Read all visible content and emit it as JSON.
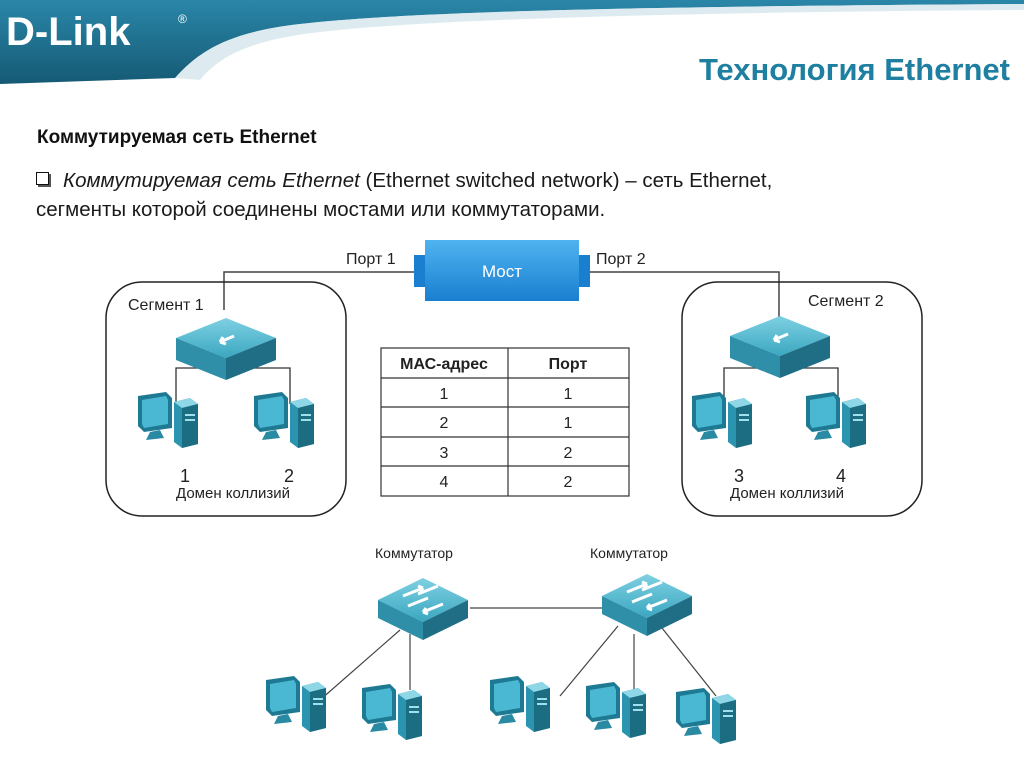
{
  "header": {
    "logo_text": "D-Link",
    "logo_mark": "®",
    "title": "Технология Ethernet"
  },
  "subtitle": "Коммутируемая сеть Ethernet",
  "bullet": {
    "term": "Коммутируемая сеть Ethernet",
    "rest_line1": " (Ethernet switched network) – сеть Ethernet,",
    "line2": "сегменты которой соединены мостами или коммутаторами."
  },
  "bridge_diagram": {
    "bridge_label": "Мост",
    "port1_label": "Порт 1",
    "port2_label": "Порт 2",
    "segment1_label": "Сегмент 1",
    "segment2_label": "Сегмент 2",
    "collision_domain_label": "Домен коллизий",
    "hosts": [
      "1",
      "2",
      "3",
      "4"
    ],
    "table": {
      "headers": [
        "МАС-адрес",
        "Порт"
      ],
      "rows": [
        [
          "1",
          "1"
        ],
        [
          "2",
          "1"
        ],
        [
          "3",
          "2"
        ],
        [
          "4",
          "2"
        ]
      ]
    }
  },
  "switch_diagram": {
    "switch1_label": "Коммутатор",
    "switch2_label": "Коммутатор"
  },
  "colors": {
    "accent": "#1e7fa0",
    "header_band": "#1c6f8e",
    "bridge_fill": "#1e8fd8",
    "device_teal": "#2e9cb5"
  }
}
